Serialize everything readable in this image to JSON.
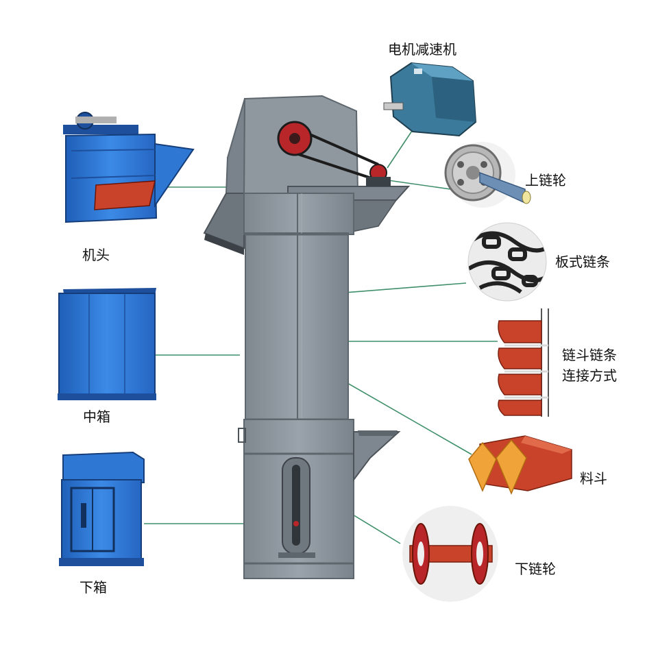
{
  "labels": {
    "motor_reducer": "电机减速机",
    "upper_sprocket": "上链轮",
    "plate_chain": "板式链条",
    "bucket_chain_line1": "链斗链条",
    "bucket_chain_line2": "连接方式",
    "hopper": "料斗",
    "lower_sprocket": "下链轮",
    "head": "机头",
    "middle_box": "中箱",
    "lower_box": "下箱"
  },
  "colors": {
    "machine_gray": "#8e979f",
    "machine_dark": "#5e666d",
    "part_blue": "#2e78d4",
    "part_blue_dark": "#1d4f9c",
    "bucket_red": "#c8432a",
    "bucket_orange": "#f0a338",
    "pulley_red": "#b8262a",
    "leader_line": "#3f8f6a"
  }
}
